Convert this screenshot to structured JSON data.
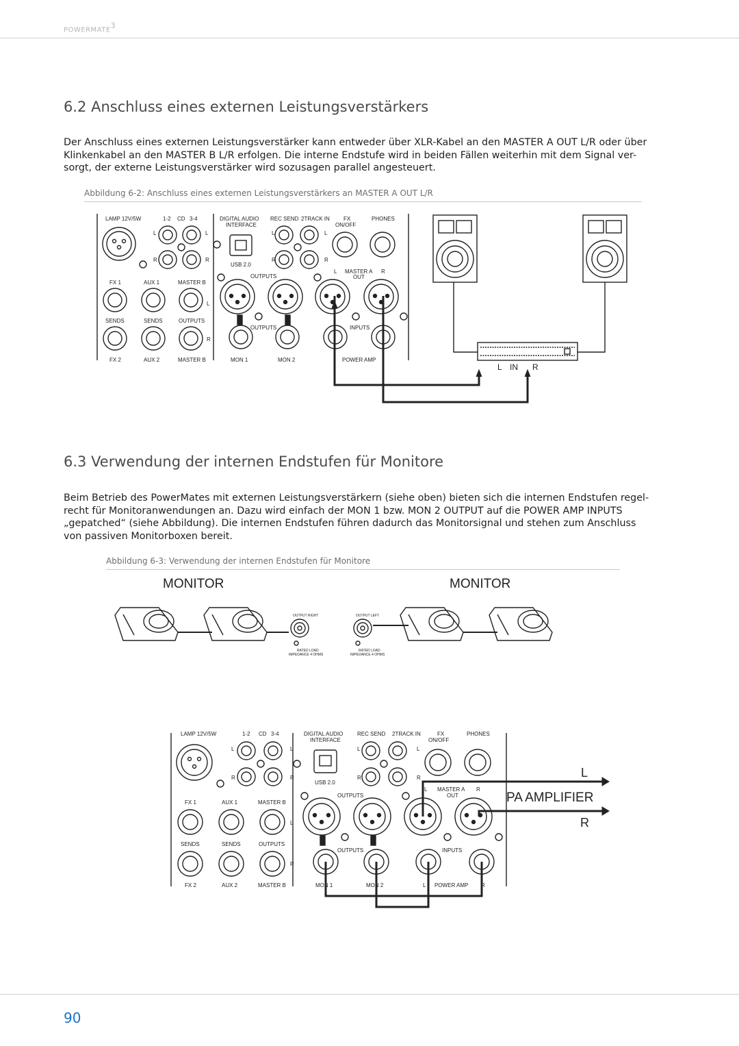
{
  "header": {
    "brand_main": "POWERMATE",
    "brand_sup": "3"
  },
  "section1": {
    "heading": "6.2 Anschluss eines externen Leistungsverstärkers",
    "lines": [
      "Der Anschluss eines externen Leistungsverstärker kann entweder über XLR-Kabel an den MASTER A OUT L/R oder über",
      "Klinkenkabel an den MASTER B L/R erfolgen. Die interne Endstufe wird in beiden Fällen weiterhin mit dem Signal ver-",
      "sorgt, der externe Leistungsverstärker wird sozusagen parallel angesteuert."
    ],
    "caption": "Abbildung 6-2: Anschluss eines externen Leistungsverstärkers an MASTER A OUT L/R"
  },
  "section2": {
    "heading": "6.3 Verwendung der internen Endstufen für Monitore",
    "lines": [
      "Beim Betrieb des PowerMates mit externen Leistungsverstärkern (siehe oben) bieten sich die internen Endstufen regel-",
      "recht für Monitoranwendungen an. Dazu wird einfach der MON 1 bzw. MON 2 OUTPUT auf die POWER AMP INPUTS",
      "„gepatched“ (siehe Abbildung). Die internen Endstufen führen dadurch das Monitorsignal und stehen zum Anschluss",
      "von passiven Monitorboxen bereit."
    ],
    "caption": "Abbildung 6-3: Verwendung der internen Endstufen für Monitore"
  },
  "panel": {
    "lamp": "LAMP 12V/5W",
    "cd12": "1-2",
    "cd": "CD",
    "cd34": "3-4",
    "digital_audio": "DIGITAL AUDIO",
    "interface": "INTERFACE",
    "usb": "USB 2.0",
    "rec_send": "REC SEND",
    "track_in": "2TRACK IN",
    "fx": "FX",
    "on_off": "ON/OFF",
    "phones": "PHONES",
    "l": "L",
    "r": "R",
    "master_a": "MASTER A",
    "out": "OUT",
    "outputs_upper": "OUTPUTS",
    "fx1": "FX 1",
    "aux1": "AUX 1",
    "master_b": "MASTER B",
    "sends": "SENDS",
    "outputs": "OUTPUTS",
    "fx2": "FX 2",
    "aux2": "AUX 2",
    "mon1": "MON 1",
    "mon2": "MON 2",
    "inputs": "INPUTS",
    "power_amp": "POWER AMP"
  },
  "fig1": {
    "amp_l": "L",
    "amp_in": "IN",
    "amp_r": "R"
  },
  "fig2": {
    "monitor_left": "MONITOR",
    "monitor_right": "MONITOR",
    "output_right": "OUTPUT RIGHT",
    "output_left": "OUTPUT LEFT",
    "rated_load": "RATED LOAD",
    "impedance": "IMPEDANCE 4 OHMS",
    "pa_l": "L",
    "pa_amplifier": "PA AMPLIFIER",
    "pa_r": "R"
  },
  "footer": {
    "page_number": "90"
  }
}
